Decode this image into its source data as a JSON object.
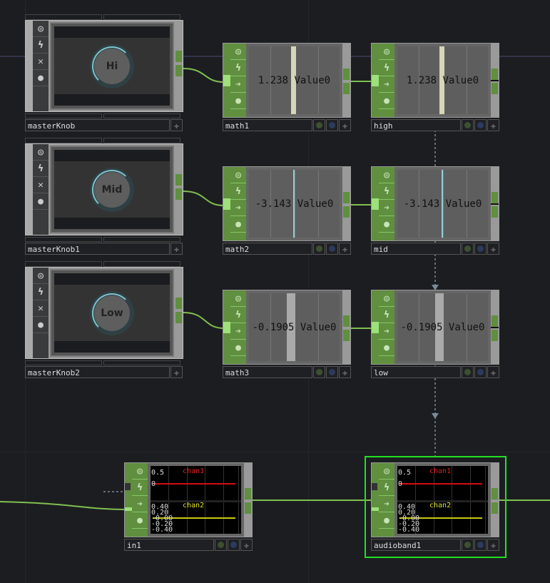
{
  "knobs": [
    {
      "name": "masterKnob",
      "label": "Hi"
    },
    {
      "name": "masterKnob1",
      "label": "Mid"
    },
    {
      "name": "masterKnob2",
      "label": "Low"
    }
  ],
  "maths": [
    {
      "name": "math1",
      "value": "1.238 Value0"
    },
    {
      "name": "math2",
      "value": "-3.143 Value0"
    },
    {
      "name": "math3",
      "value": "-0.1905 Value0"
    }
  ],
  "nulls": [
    {
      "name": "high",
      "value": "1.238 Value0"
    },
    {
      "name": "mid",
      "value": "-3.143 Value0"
    },
    {
      "name": "low",
      "value": "-0.1905 Value0"
    }
  ],
  "chops": [
    {
      "name": "in1",
      "chan1": "chan1",
      "chan2": "chan2",
      "ticks1": [
        "0.5",
        "0"
      ],
      "ticks2": [
        "0.40",
        "0.20",
        "-0.00",
        "-0.20",
        "-0.40"
      ]
    },
    {
      "name": "audioband1",
      "chan1": "chan1",
      "chan2": "chan2",
      "ticks1": [
        "0.5",
        "0"
      ],
      "ticks2": [
        "0.40",
        "0.20",
        "-0.00",
        "-0.20",
        "-0.40"
      ]
    }
  ],
  "colors": {
    "chop": "#86c766",
    "comp": "#9a9a9a",
    "selected": "#22e022",
    "wire": "#7fbf4f"
  }
}
